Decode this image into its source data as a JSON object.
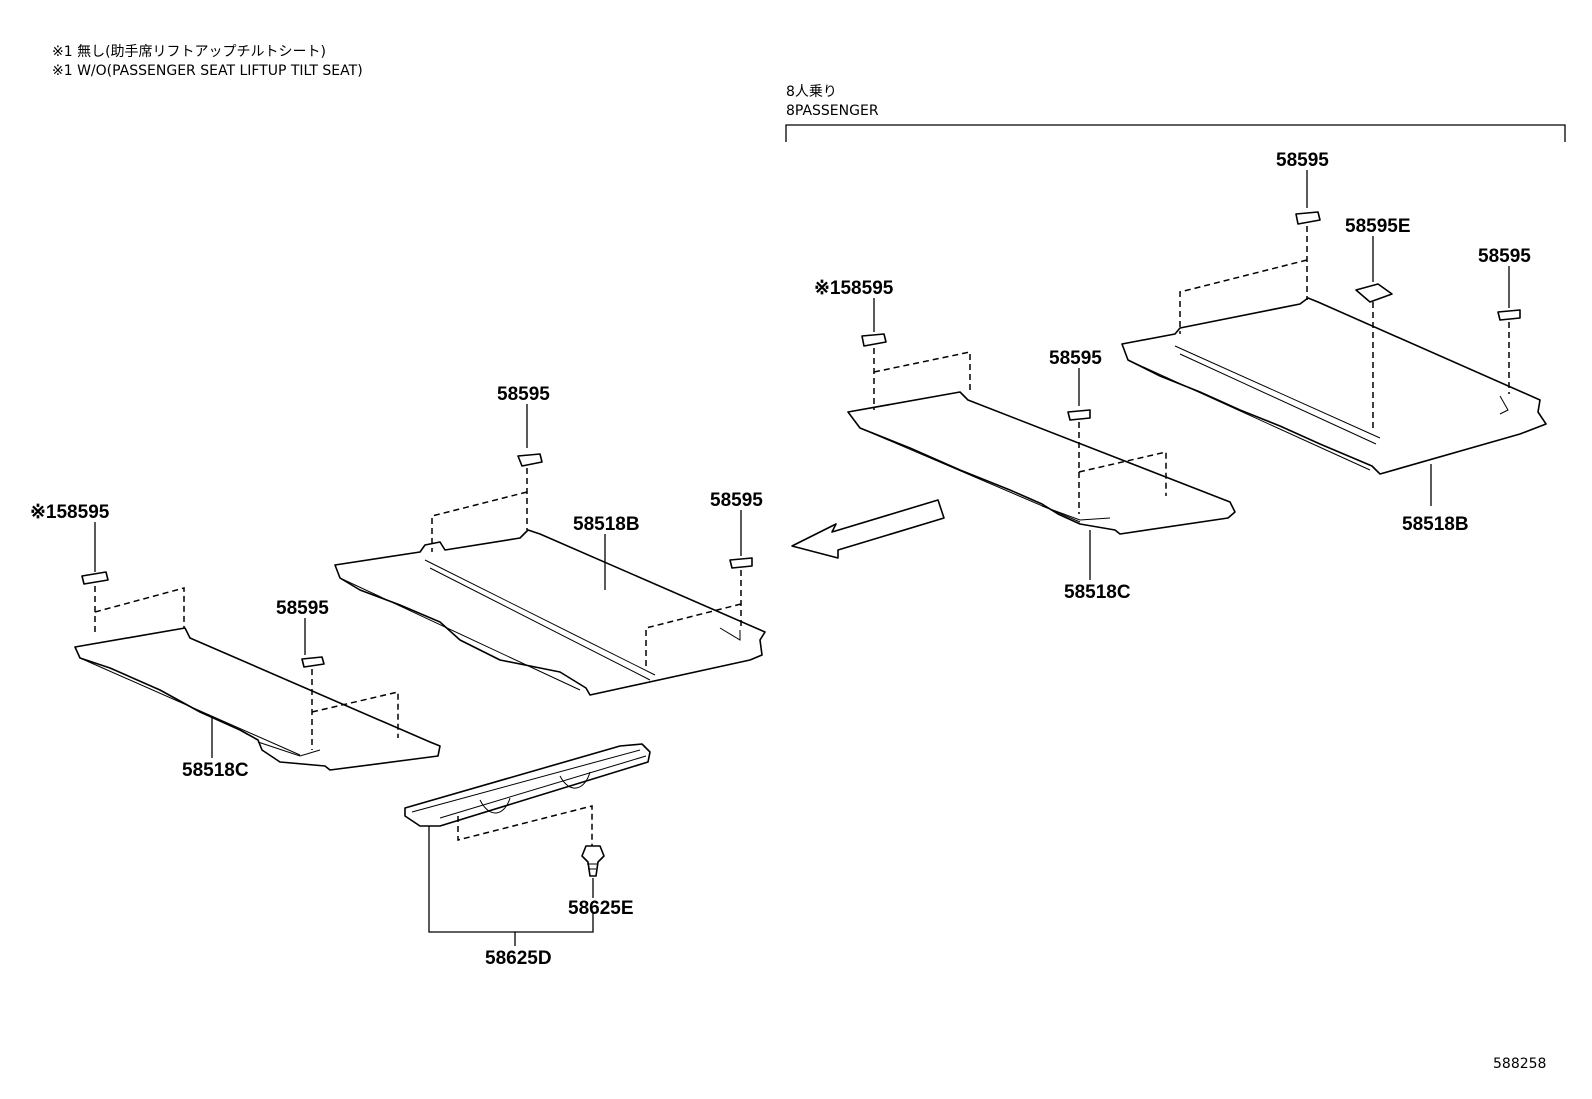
{
  "notes": {
    "line1": "※1 無し(助手席リフトアップチルトシート)",
    "line2": "※1 W/O(PASSENGER SEAT LIFTUP TILT SEAT)",
    "group_jp": "8人乗り",
    "group_en": "8PASSENGER"
  },
  "labels": {
    "l_58595_top": "58595",
    "l_58595_mid": "58595",
    "l_58595_right": "58595",
    "l_x1_58595": "※158595",
    "l_58518B": "58518B",
    "l_58518C": "58518C",
    "l_58625E": "58625E",
    "l_58625D": "58625D",
    "r_58595_top": "58595",
    "r_58595E": "58595E",
    "r_58595_right": "58595",
    "r_x1_58595": "※158595",
    "r_58595_mid": "58595",
    "r_58518C": "58518C",
    "r_58518B": "58518B"
  },
  "footer": {
    "diagram_id": "588258"
  }
}
